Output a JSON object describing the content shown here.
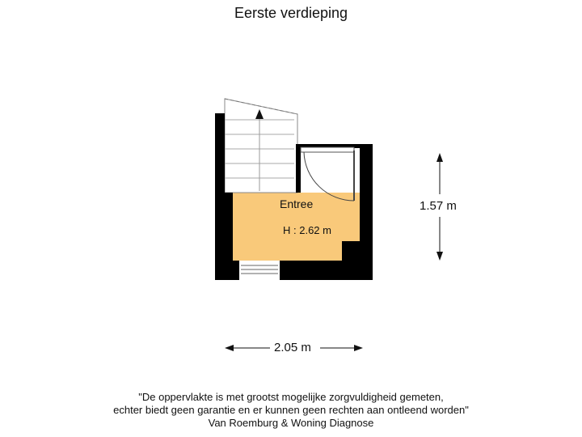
{
  "floor_title": "Eerste verdieping",
  "room": {
    "name": "Entree",
    "height": "H : 2.62 m"
  },
  "dimensions": {
    "vertical": "1.57 m",
    "horizontal": "2.05 m"
  },
  "disclaimer": {
    "line1": "\"De oppervlakte is met grootst mogelijke zorgvuldigheid gemeten,",
    "line2": "echter biedt geen garantie en er kunnen geen rechten aan ontleend worden\"",
    "line3": "Van Roemburg & Woning Diagnose"
  },
  "colors": {
    "room_fill": "#F9C97A",
    "wall": "#000000",
    "background": "#FFFFFF"
  },
  "icons": [
    "stair-direction-arrow-icon",
    "door-swing-icon",
    "dimension-arrow-icon"
  ]
}
